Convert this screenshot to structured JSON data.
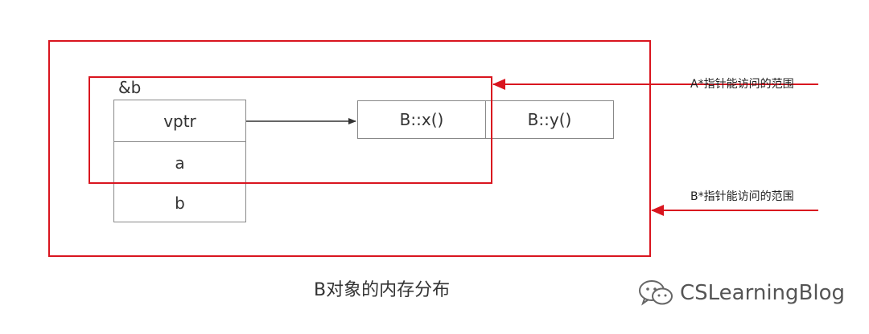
{
  "object": {
    "pointer_label": "&b",
    "cells": [
      "vptr",
      "a",
      "b"
    ]
  },
  "vtable": {
    "entries": [
      "B::x()",
      "B::y()"
    ]
  },
  "annotations": {
    "a_ptr_scope": "A*指针能访问的范围",
    "b_ptr_scope": "B*指针能访问的范围"
  },
  "caption": "B对象的内存分布",
  "watermark": {
    "text": "CSLearningBlog",
    "icon": "wechat-icon"
  },
  "colors": {
    "scope_red": "#d9151f",
    "arrow_dark": "#333333"
  }
}
